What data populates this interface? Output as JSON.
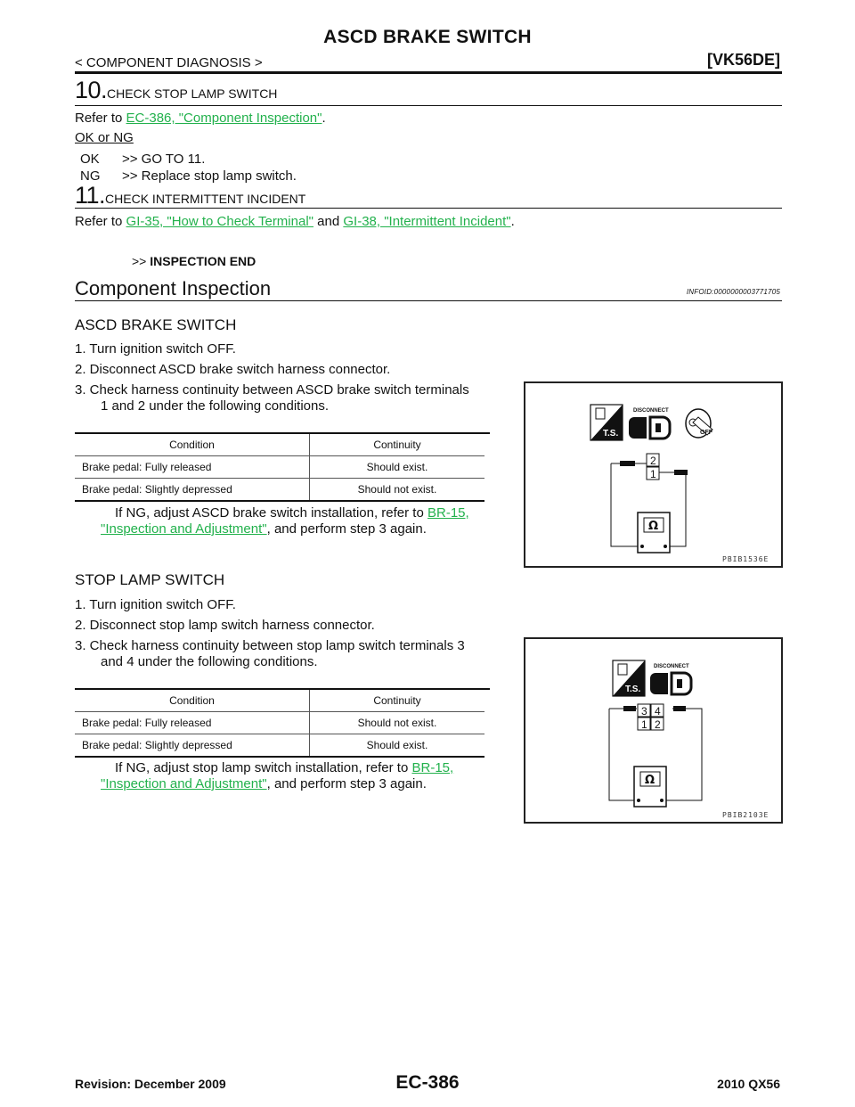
{
  "header": {
    "title": "ASCD BRAKE SWITCH",
    "section": "< COMPONENT DIAGNOSIS >",
    "engine": "[VK56DE]"
  },
  "step10": {
    "number": "10.",
    "title": "CHECK STOP LAMP SWITCH",
    "refer_prefix": "Refer to ",
    "link": "EC-386, \"Component Inspection\"",
    "refer_suffix": ".",
    "okng": "OK or NG",
    "ok_key": "OK",
    "ok_text": ">> GO TO 11.",
    "ng_key": "NG",
    "ng_text": ">> Replace stop lamp switch."
  },
  "step11": {
    "number": "11.",
    "title": "CHECK INTERMITTENT INCIDENT",
    "refer_prefix": "Refer to ",
    "link1": "GI-35, \"How to Check Terminal\"",
    "and": " and ",
    "link2": "GI-38, \"Intermittent Incident\"",
    "refer_suffix": ".",
    "end_arrow": ">>",
    "end_text": "INSPECTION END"
  },
  "component": {
    "heading": "Component Inspection",
    "infoid": "INFOID:0000000003771705"
  },
  "ascd": {
    "heading": "ASCD BRAKE SWITCH",
    "s1": "1.  Turn ignition switch OFF.",
    "s2": "2.  Disconnect ASCD brake switch harness connector.",
    "s3a": "3.  Check harness continuity between ASCD brake switch terminals",
    "s3b": "1 and 2 under the following conditions.",
    "table": {
      "head": [
        "Condition",
        "Continuity"
      ],
      "rows": [
        [
          "Brake pedal: Fully released",
          "Should exist."
        ],
        [
          "Brake pedal: Slightly depressed",
          "Should not exist."
        ]
      ]
    },
    "ng_a": "If NG, adjust ASCD brake switch installation, refer to ",
    "ng_link_a": "BR-15,",
    "ng_link_b": "\"Inspection and Adjustment\"",
    "ng_b": ", and perform step 3 again.",
    "figure": {
      "label_disconnect": "DISCONNECT",
      "label_ts": "T.S.",
      "label_off": "OFF",
      "terminal_top": "2",
      "terminal_bottom": "1",
      "ohm": "Ω",
      "caption": "PBIB1536E"
    }
  },
  "stop": {
    "heading": "STOP LAMP SWITCH",
    "s1": "1.  Turn ignition switch OFF.",
    "s2": "2.  Disconnect stop lamp switch harness connector.",
    "s3a": "3.  Check harness continuity between stop lamp switch terminals 3",
    "s3b": "and 4 under the following conditions.",
    "table": {
      "head": [
        "Condition",
        "Continuity"
      ],
      "rows": [
        [
          "Brake pedal: Fully released",
          "Should not exist."
        ],
        [
          "Brake pedal: Slightly depressed",
          "Should exist."
        ]
      ]
    },
    "ng_a": "If NG, adjust stop lamp switch installation, refer to ",
    "ng_link_a": "BR-15,",
    "ng_link_b": "\"Inspection and Adjustment\"",
    "ng_b": ", and perform step 3 again.",
    "figure": {
      "label_disconnect": "DISCONNECT",
      "label_ts": "T.S.",
      "t3": "3",
      "t4": "4",
      "t1": "1",
      "t2": "2",
      "ohm": "Ω",
      "caption": "PBIB2103E"
    }
  },
  "footer": {
    "revision": "Revision: December 2009",
    "page": "EC-386",
    "model": "2010 QX56"
  }
}
